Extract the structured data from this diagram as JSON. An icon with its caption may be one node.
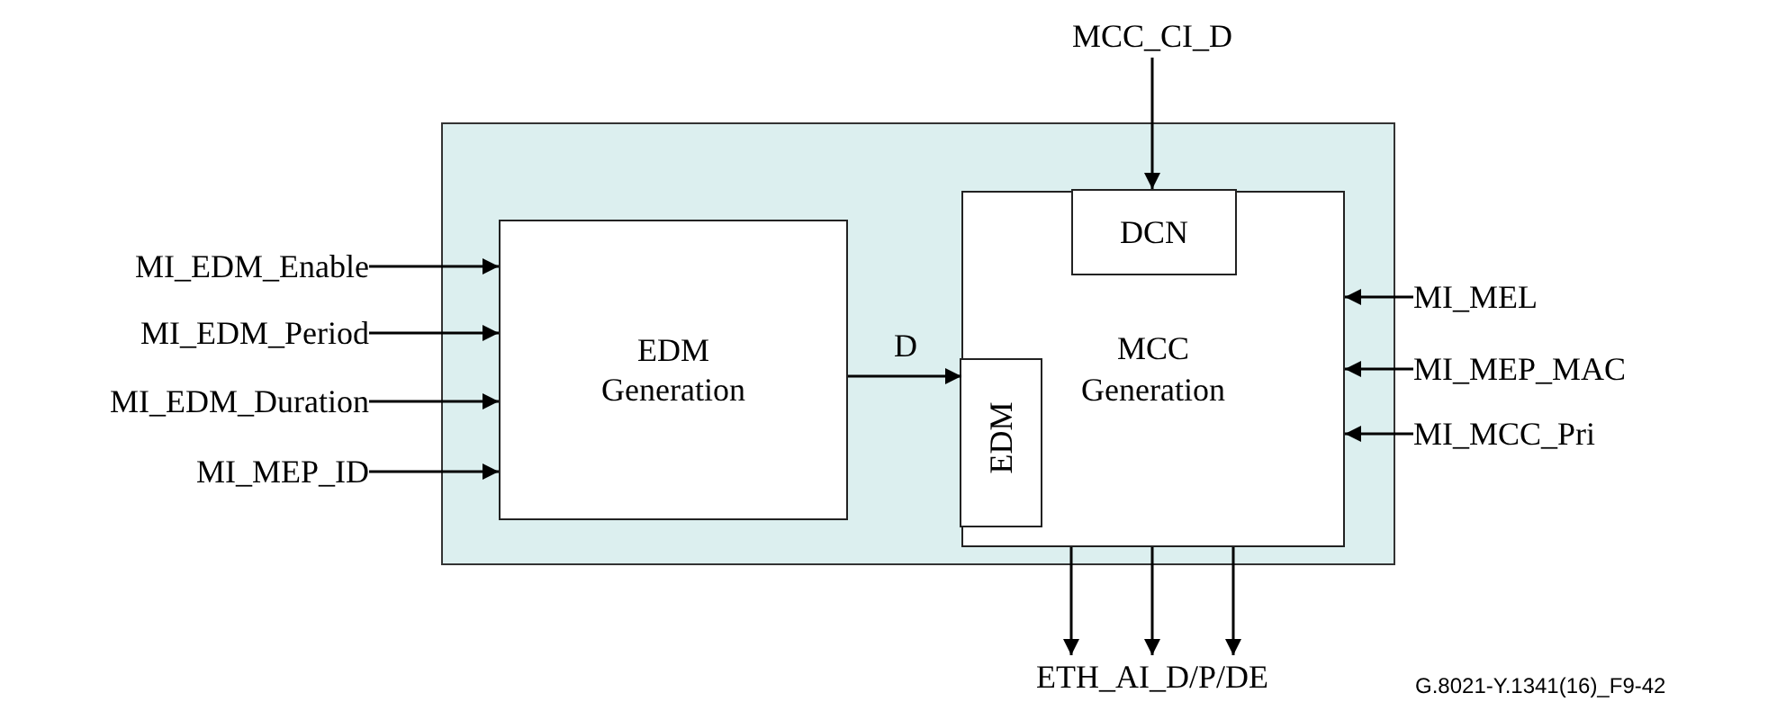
{
  "diagram": {
    "nodes": [
      {
        "text": [],
        "shape": "box"
      },
      {
        "text": [
          "EDM Generation"
        ],
        "in": 0
      },
      {
        "text": [
          "MCC Generation"
        ],
        "in": 0
      },
      {
        "text": [
          "DCN"
        ],
        "in": 2
      },
      {
        "text": [
          "EDM"
        ],
        "in": 2
      },
      {
        "text": [
          "MI_EDM_Enable"
        ]
      },
      {
        "text": [
          "MI_EDM_Period"
        ]
      },
      {
        "text": [
          "MI_EDM_Duration"
        ]
      },
      {
        "text": [
          "MI_MEP_ID"
        ]
      },
      {
        "text": [
          "MCC_CI_D"
        ]
      },
      {
        "text": [
          "MI_MEL"
        ]
      },
      {
        "text": [
          "MI_MEP_MAC"
        ]
      },
      {
        "text": [
          "MI_MCC_Pri"
        ]
      },
      {
        "text": [
          "ETH_AI_D/P/DE"
        ]
      }
    ],
    "edges": [
      {
        "from": 5,
        "to": 1,
        "arrow": "to"
      },
      {
        "from": 6,
        "to": 1,
        "arrow": "to"
      },
      {
        "from": 7,
        "to": 1,
        "arrow": "to"
      },
      {
        "from": 8,
        "to": 1,
        "arrow": "to"
      },
      {
        "from": 1,
        "to": 2,
        "label": "D",
        "arrow": "to"
      },
      {
        "from": 9,
        "to": 3,
        "arrow": "to"
      },
      {
        "from": 10,
        "to": 2,
        "arrow": "to"
      },
      {
        "from": 11,
        "to": 2,
        "arrow": "to"
      },
      {
        "from": 12,
        "to": 2,
        "arrow": "to"
      },
      {
        "from": 2,
        "to": 13,
        "arrow": "to"
      },
      {
        "from": 2,
        "to": 13,
        "arrow": "to"
      },
      {
        "from": 2,
        "to": 13,
        "arrow": "to"
      }
    ],
    "labels": [
      "G.8021-Y.1341(16)_F9-42"
    ]
  }
}
